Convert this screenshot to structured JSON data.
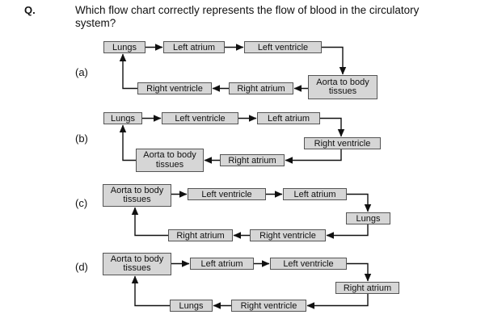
{
  "question": {
    "number": "Q.",
    "text": "Which flow chart correctly represents the flow of blood in the circulatory system?"
  },
  "options": [
    {
      "label": "(a)",
      "boxes": [
        "Lungs",
        "Left atrium",
        "Left ventricle",
        "Aorta to body tissues",
        "Right atrium",
        "Right ventricle"
      ]
    },
    {
      "label": "(b)",
      "boxes": [
        "Lungs",
        "Left ventricle",
        "Left atrium",
        "Right ventricle",
        "Right atrium",
        "Aorta to body tissues"
      ]
    },
    {
      "label": "(c)",
      "boxes": [
        "Aorta to body tissues",
        "Left ventricle",
        "Left atrium",
        "Lungs",
        "Right ventricle",
        "Right atrium"
      ]
    },
    {
      "label": "(d)",
      "boxes": [
        "Aorta to body tissues",
        "Left atrium",
        "Left ventricle",
        "Right atrium",
        "Right ventricle",
        "Lungs"
      ]
    }
  ]
}
